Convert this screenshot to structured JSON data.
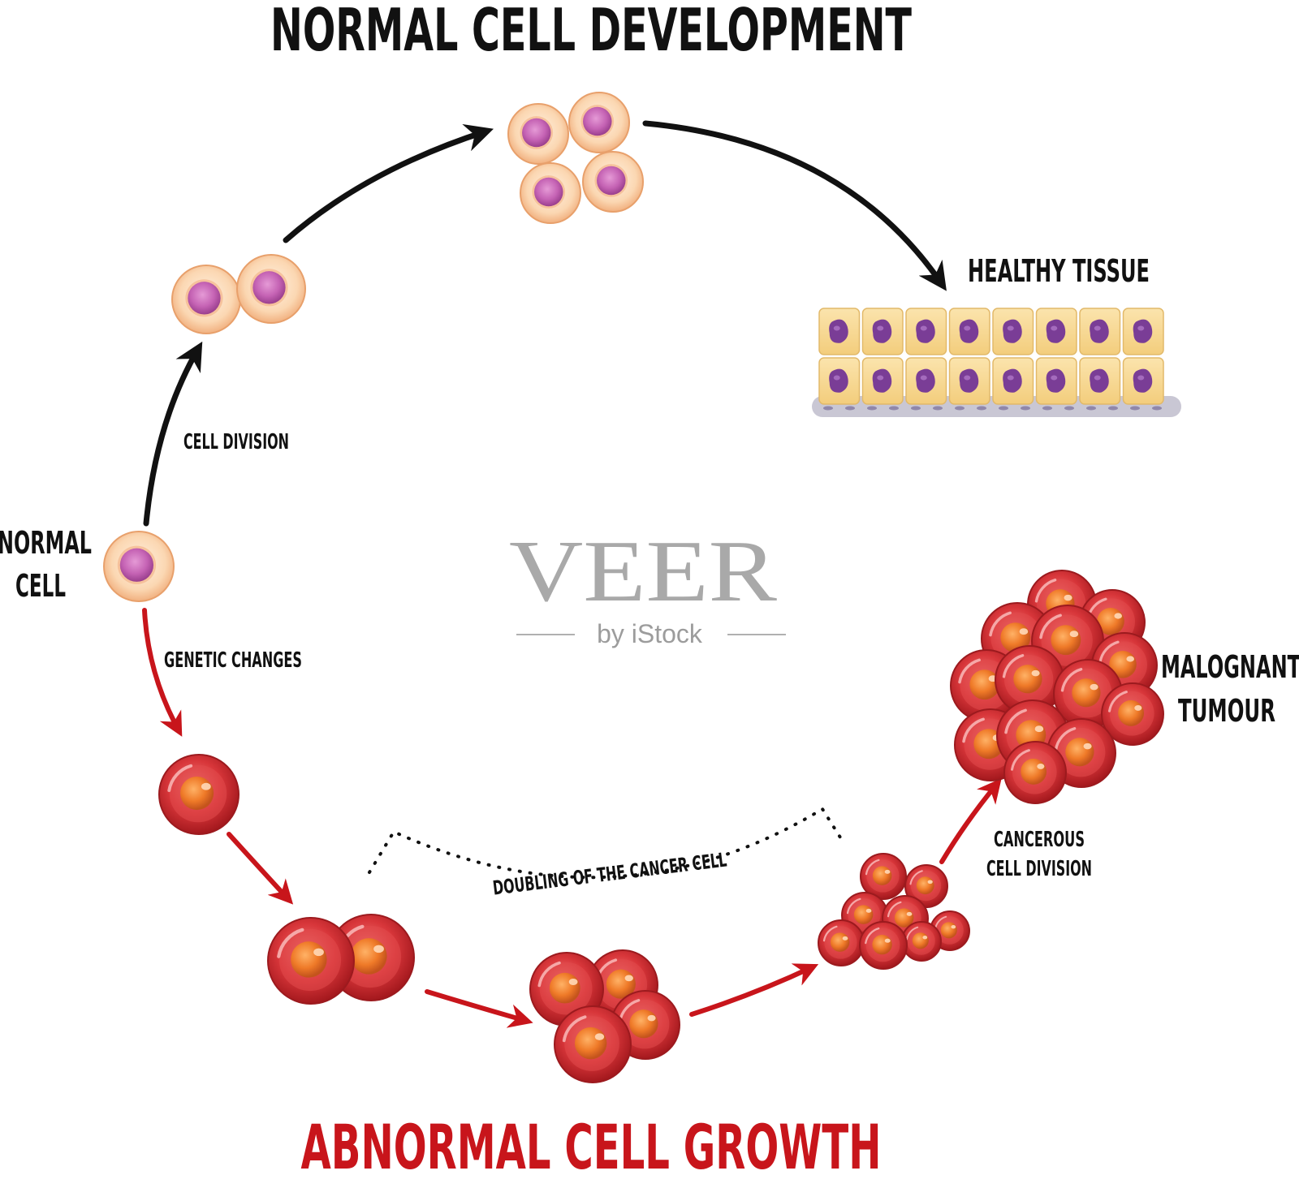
{
  "titles": {
    "top": "NORMAL CELL DEVELOPMENT",
    "bottom": "ABNORMAL CELL GROWTH"
  },
  "labels": {
    "normal_cell_line1": "NORMAL",
    "normal_cell_line2": "CELL",
    "cell_division": "CELL DIVISION",
    "healthy_tissue": "HEALTHY TISSUE",
    "genetic_changes": "GENETIC CHANGES",
    "doubling": "DOUBLING OF THE CANCER CELL",
    "cancerous_line1": "CANCEROUS",
    "cancerous_line2": "CELL DIVISION",
    "tumour_line1": "MALOGNANT",
    "tumour_line2": "TUMOUR"
  },
  "watermark": {
    "brand": "VEER",
    "sub": "by iStock"
  },
  "colors": {
    "normal_title": "#111111",
    "abnormal_title": "#c8151b",
    "normal_arrow": "#111111",
    "abnormal_arrow": "#c8151b",
    "normal_cell_body": "#f9cfa6",
    "normal_cell_nucleus": "#c563b4",
    "cancer_cell_body": "#d8363a",
    "cancer_cell_nucleus": "#ef7a28",
    "tissue_cell": "#f7d68f",
    "tissue_nucleus": "#7a3d96"
  }
}
